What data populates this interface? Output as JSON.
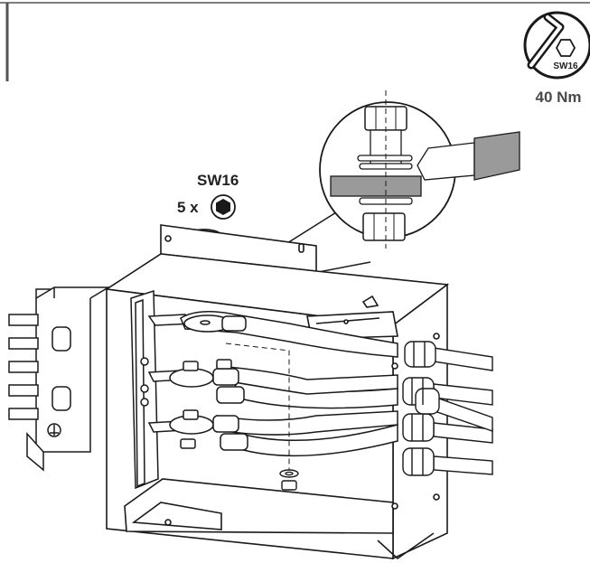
{
  "tool": {
    "socket_size_label": "SW16",
    "torque_label": "40 Nm"
  },
  "instruction": {
    "socket_label": "SW16",
    "count_label": "5 x"
  },
  "colors": {
    "line": "#1a1a1a",
    "frame": "#555555",
    "gray_fill": "#9a9a9a",
    "light_gray": "#dcdcdc",
    "label_gray": "#4a4a4a"
  },
  "icons": [
    "socket-wrench-icon",
    "hex-nut-icon",
    "rotation-arrow-icon"
  ]
}
